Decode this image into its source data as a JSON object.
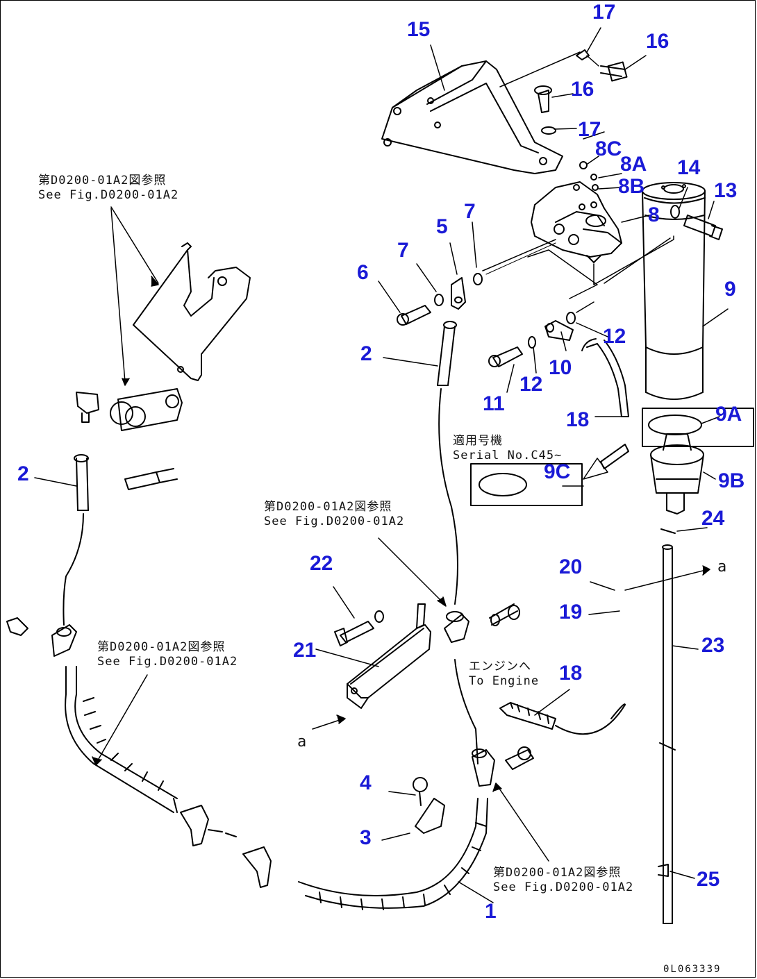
{
  "drawing_code": "0L063339",
  "notes": {
    "ref_top_left": {
      "jp": "第D0200-01A2図参照",
      "en": "See Fig.D0200-01A2"
    },
    "ref_mid": {
      "jp": "第D0200-01A2図参照",
      "en": "See Fig.D0200-01A2"
    },
    "ref_bottom_left": {
      "jp": "第D0200-01A2図参照",
      "en": "See Fig.D0200-01A2"
    },
    "ref_bottom_right": {
      "jp": "第D0200-01A2図参照",
      "en": "See Fig.D0200-01A2"
    },
    "serial": {
      "jp": "適用号機",
      "en": "Serial No.C45~"
    },
    "engine": {
      "jp": "エンジンへ",
      "en": "To Engine"
    },
    "marker_a": "a"
  },
  "part_numbers": {
    "p1": "1",
    "p2a": "2",
    "p2b": "2",
    "p3": "3",
    "p4": "4",
    "p5": "5",
    "p6": "6",
    "p7a": "7",
    "p7b": "7",
    "p8": "8",
    "p8a": "8A",
    "p8b": "8B",
    "p8c": "8C",
    "p9": "9",
    "p9a": "9A",
    "p9b": "9B",
    "p9c": "9C",
    "p10": "10",
    "p11": "11",
    "p12a": "12",
    "p12b": "12",
    "p13": "13",
    "p14": "14",
    "p15": "15",
    "p16a": "16",
    "p16b": "16",
    "p17a": "17",
    "p17b": "17",
    "p18a": "18",
    "p18b": "18",
    "p19": "19",
    "p20": "20",
    "p21": "21",
    "p22": "22",
    "p23": "23",
    "p24": "24",
    "p25": "25"
  }
}
